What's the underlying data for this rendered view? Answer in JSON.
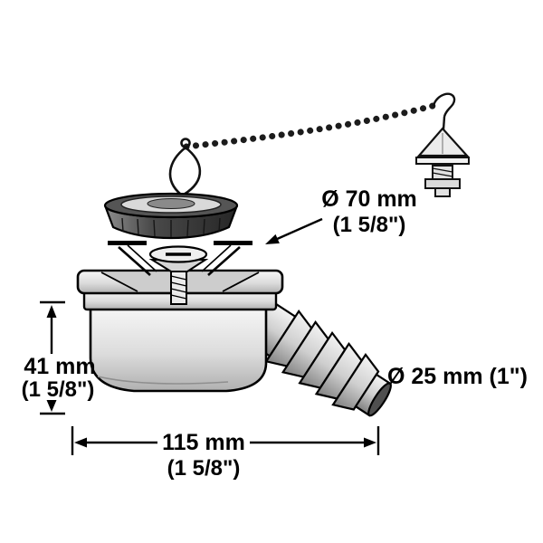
{
  "figure": {
    "labels": {
      "flange_diameter": "Ø 70 mm",
      "flange_diameter_in": "(1 5/8\")",
      "height": "41 mm",
      "height_in": "(1 5/8\")",
      "outlet_diameter": "Ø 25 mm (1\")",
      "width": "115 mm",
      "width_in": "(1 5/8\")"
    },
    "colors": {
      "line": "#000000",
      "background": "#ffffff",
      "metal_light": "#f6f6f6",
      "metal_dark": "#b0b0b0",
      "rubber": "#3a3a3a",
      "hose_shadow": "#808080"
    }
  }
}
